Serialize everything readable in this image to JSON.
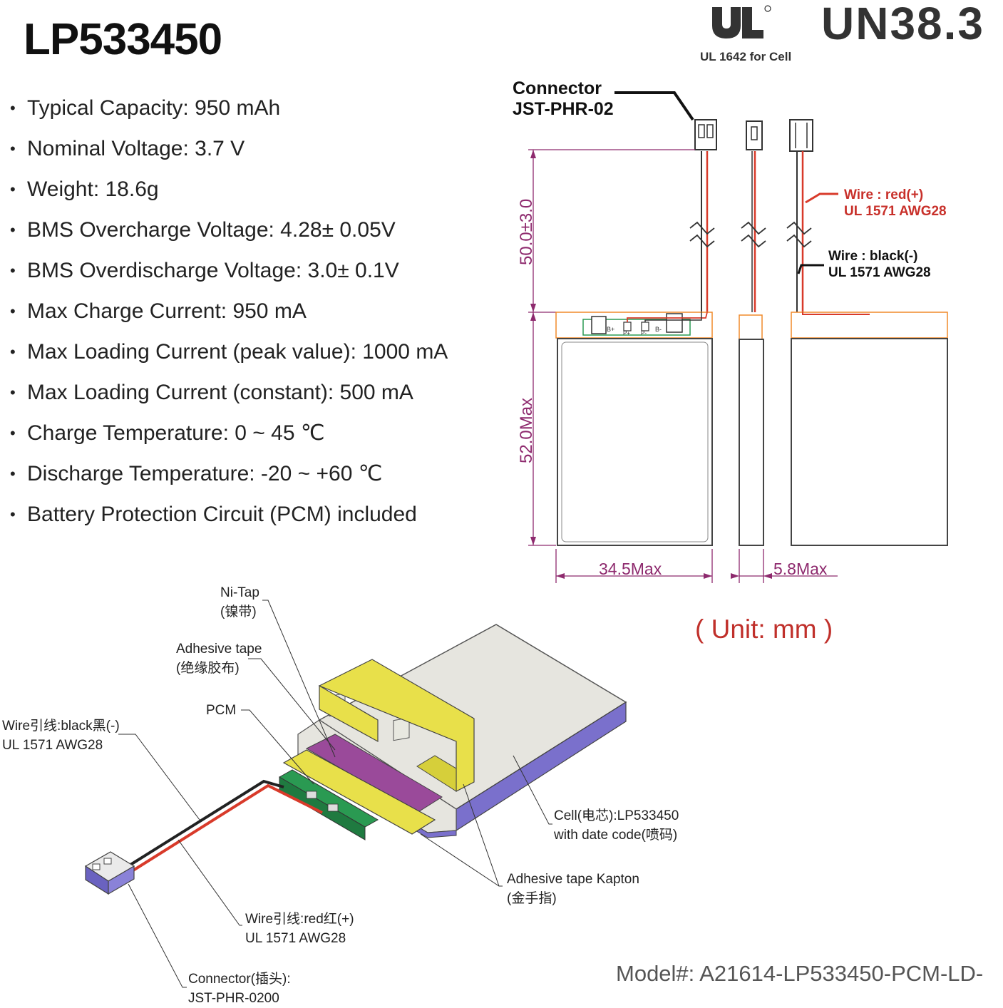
{
  "title": "LP533450",
  "certifications": {
    "ul_note": "UL 1642 for Cell",
    "un_label": "UN38.3"
  },
  "specs": [
    "Typical Capacity: 950 mAh",
    "Nominal Voltage: 3.7 V",
    "Weight: 18.6g",
    "BMS Overcharge Voltage: 4.28± 0.05V",
    "BMS Overdischarge Voltage: 3.0± 0.1V",
    "Max Charge Current: 950 mA",
    "Max Loading Current (peak value): 1000 mA",
    "Max Loading Current (constant): 500 mA",
    "Charge Temperature: 0 ~ 45 ℃",
    "Discharge Temperature: -20 ~ +60 ℃",
    "Battery Protection Circuit (PCM) included"
  ],
  "drawing": {
    "connector_line1": "Connector",
    "connector_line2": "JST-PHR-02",
    "wire_red_1": "Wire : red(+)",
    "wire_red_2": "UL 1571 AWG28",
    "wire_black_1": "Wire : black(-)",
    "wire_black_2": "UL 1571 AWG28",
    "dim_wire": "50.0±3.0",
    "dim_height": "52.0Max",
    "dim_width": "34.5Max",
    "dim_thickness": "5.8Max",
    "pcb_labels": [
      "B+",
      "P+",
      "P-",
      "B-"
    ],
    "unit": "( Unit: mm )"
  },
  "exploded": {
    "ni_tap_1": "Ni-Tap",
    "ni_tap_2": "(镍带)",
    "adhesive_1": "Adhesive tape",
    "adhesive_2": "(绝缘胶布)",
    "pcm": "PCM",
    "wire_black_1": "Wire引线:black黑(-)",
    "wire_black_2": "UL 1571 AWG28",
    "cell_1": "Cell(电芯):LP533450",
    "cell_2": "with date code(喷码)",
    "kapton_1": "Adhesive tape Kapton",
    "kapton_2": "(金手指)",
    "wire_red_1": "Wire引线:red红(+)",
    "wire_red_2": "UL 1571 AWG28",
    "connector_1": "Connector(插头):",
    "connector_2": "JST-PHR-0200"
  },
  "model": "Model#: A21614-LP533450-PCM-LD-",
  "colors": {
    "dimension": "#8e2a6e",
    "wire_red": "#d83a2a",
    "outline_orange": "#f08a2a",
    "pcb_green": "#2a9a52",
    "kapton_yellow": "#e8e04a",
    "cell_side": "#7a70cc",
    "unit_red": "#c0302b"
  }
}
